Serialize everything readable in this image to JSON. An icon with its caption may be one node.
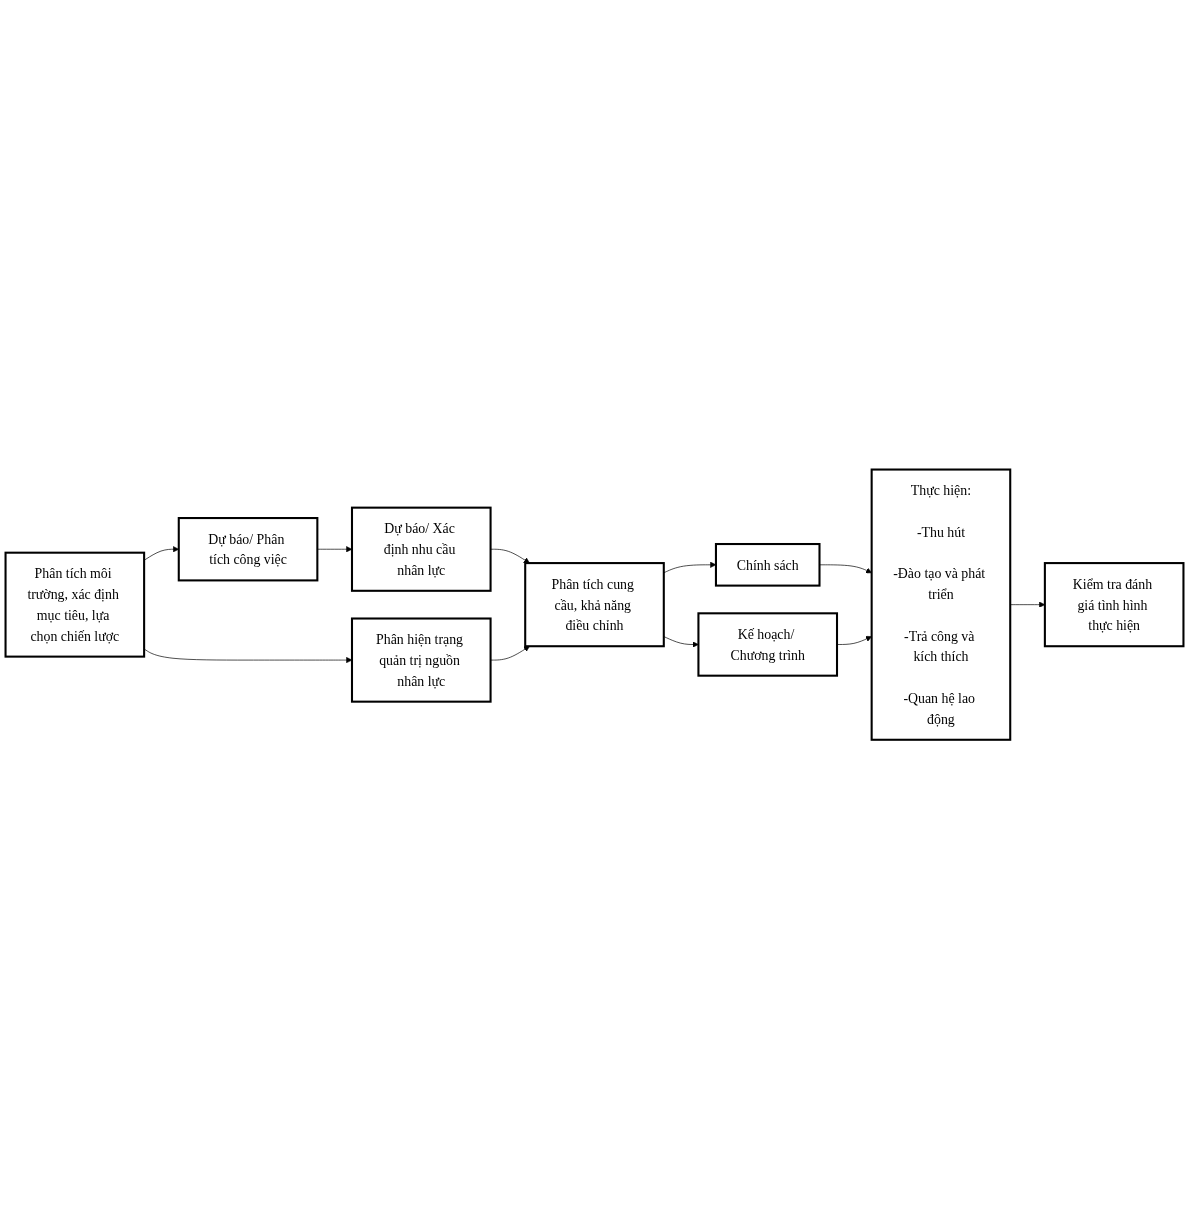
{
  "diagram": {
    "nodes": [
      {
        "text": [
          "Phân tích môi trường, xác định mục tiêu, lựa chọn chiến lược"
        ]
      },
      {
        "text": [
          "Dự báo/ Phân tích công việc"
        ]
      },
      {
        "text": [
          "Dự báo/ Xác định nhu cầu nhân lực"
        ]
      },
      {
        "text": [
          "Phân hiện trạng quản trị nguồn nhân lực"
        ]
      },
      {
        "text": [
          "Phân tích cung cầu, khả năng điều chỉnh"
        ]
      },
      {
        "text": [
          "Chính sách"
        ]
      },
      {
        "text": [
          "Kế hoạch/ Chương trình"
        ]
      },
      {
        "text": [
          "Thực hiện:",
          "-Thu hút",
          "-Đào tạo và phát triển",
          "-Trả công và kích thích",
          "-Quan hệ lao động"
        ]
      },
      {
        "text": [
          "Kiểm tra đánh giá tình hình thực hiện"
        ]
      }
    ],
    "edges": [
      {
        "from": 0,
        "to": 1,
        "arrow": "to"
      },
      {
        "from": 0,
        "to": 3,
        "arrow": "to"
      },
      {
        "from": 1,
        "to": 2,
        "arrow": "to"
      },
      {
        "from": 2,
        "to": 4,
        "arrow": "to"
      },
      {
        "from": 3,
        "to": 4,
        "arrow": "to"
      },
      {
        "from": 4,
        "to": 5,
        "arrow": "to"
      },
      {
        "from": 4,
        "to": 6,
        "arrow": "to"
      },
      {
        "from": 5,
        "to": 7,
        "arrow": "to"
      },
      {
        "from": 6,
        "to": 7,
        "arrow": "to"
      },
      {
        "from": 7,
        "to": 8,
        "arrow": "to"
      }
    ]
  }
}
